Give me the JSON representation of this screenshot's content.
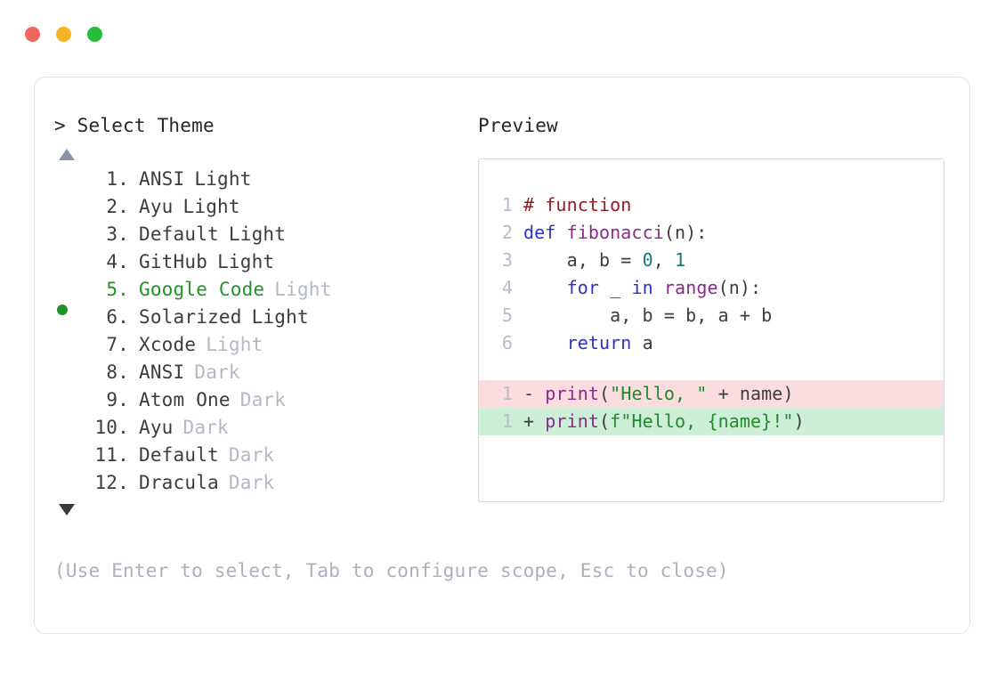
{
  "titlebar": {
    "dots": [
      {
        "name": "close",
        "color": "#f4655d"
      },
      {
        "name": "minimize",
        "color": "#f5b425"
      },
      {
        "name": "maximize",
        "color": "#27bc39"
      }
    ]
  },
  "picker": {
    "prompt": "> Select Theme",
    "scroll_up_icon": "triangle-up",
    "scroll_down_icon": "triangle-down",
    "selected_index": 5,
    "selected_bullet": "●",
    "accent_color": "#1f9426",
    "items": [
      {
        "number": "1.",
        "name": "ANSI",
        "variant": "Light",
        "variant_dim": false
      },
      {
        "number": "2.",
        "name": "Ayu",
        "variant": "Light",
        "variant_dim": false
      },
      {
        "number": "3.",
        "name": "Default",
        "variant": "Light",
        "variant_dim": false
      },
      {
        "number": "4.",
        "name": "GitHub",
        "variant": "Light",
        "variant_dim": false
      },
      {
        "number": "5.",
        "name": "Google Code",
        "variant": "Light",
        "variant_dim": true
      },
      {
        "number": "6.",
        "name": "Solarized",
        "variant": "Light",
        "variant_dim": false
      },
      {
        "number": "7.",
        "name": "Xcode",
        "variant": "Light",
        "variant_dim": true
      },
      {
        "number": "8.",
        "name": "ANSI",
        "variant": "Dark",
        "variant_dim": true
      },
      {
        "number": "9.",
        "name": "Atom One",
        "variant": "Dark",
        "variant_dim": true
      },
      {
        "number": "10.",
        "name": "Ayu",
        "variant": "Dark",
        "variant_dim": true
      },
      {
        "number": "11.",
        "name": "Default",
        "variant": "Dark",
        "variant_dim": true
      },
      {
        "number": "12.",
        "name": "Dracula",
        "variant": "Dark",
        "variant_dim": true
      }
    ],
    "help": "(Use Enter to select, Tab to configure scope, Esc to close)"
  },
  "preview": {
    "label": "Preview",
    "code_lines": [
      {
        "ln": "1",
        "tokens": [
          {
            "t": "# function",
            "c": "comment"
          }
        ]
      },
      {
        "ln": "2",
        "tokens": [
          {
            "t": "def ",
            "c": "keyword"
          },
          {
            "t": "fibonacci",
            "c": "func"
          },
          {
            "t": "(n):",
            "c": "punct"
          }
        ]
      },
      {
        "ln": "3",
        "tokens": [
          {
            "t": "    a, b = ",
            "c": "plain"
          },
          {
            "t": "0",
            "c": "number"
          },
          {
            "t": ", ",
            "c": "plain"
          },
          {
            "t": "1",
            "c": "number"
          }
        ]
      },
      {
        "ln": "4",
        "tokens": [
          {
            "t": "    ",
            "c": "plain"
          },
          {
            "t": "for",
            "c": "keyword"
          },
          {
            "t": " _ ",
            "c": "plain"
          },
          {
            "t": "in",
            "c": "keyword"
          },
          {
            "t": " ",
            "c": "plain"
          },
          {
            "t": "range",
            "c": "builtin"
          },
          {
            "t": "(n):",
            "c": "punct"
          }
        ]
      },
      {
        "ln": "5",
        "tokens": [
          {
            "t": "        a, b = b, a + b",
            "c": "plain"
          }
        ]
      },
      {
        "ln": "6",
        "tokens": [
          {
            "t": "    ",
            "c": "plain"
          },
          {
            "t": "return",
            "c": "keyword"
          },
          {
            "t": " a",
            "c": "plain"
          }
        ]
      }
    ],
    "diff_lines": [
      {
        "ln": "1",
        "sign": "-",
        "kind": "del",
        "bg": "#fbdde0",
        "tokens": [
          {
            "t": "print",
            "c": "func"
          },
          {
            "t": "(",
            "c": "punct"
          },
          {
            "t": "\"Hello, \"",
            "c": "string"
          },
          {
            "t": " + name)",
            "c": "plain"
          }
        ]
      },
      {
        "ln": "1",
        "sign": "+",
        "kind": "add",
        "bg": "#cdefd8",
        "tokens": [
          {
            "t": "print",
            "c": "func"
          },
          {
            "t": "(",
            "c": "punct"
          },
          {
            "t": "f\"Hello, {name}!\"",
            "c": "string"
          },
          {
            "t": ")",
            "c": "punct"
          }
        ]
      }
    ]
  }
}
